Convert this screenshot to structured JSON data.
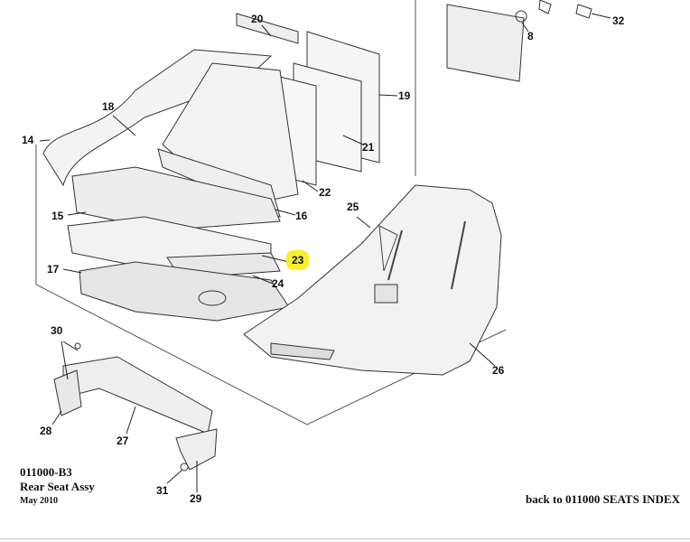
{
  "diagram": {
    "callouts": [
      "20",
      "19",
      "18",
      "14",
      "21",
      "22",
      "16",
      "25",
      "15",
      "23",
      "17",
      "24",
      "30",
      "26",
      "28",
      "27",
      "31",
      "29",
      "8",
      "32"
    ],
    "highlighted_callout": "23",
    "highlight_color": "#f8ef2a"
  },
  "caption": {
    "part_code": "011000-B3",
    "title": "Rear Seat Assy",
    "date": "May 2010"
  },
  "nav": {
    "back_link": "back to 011000 SEATS INDEX"
  }
}
